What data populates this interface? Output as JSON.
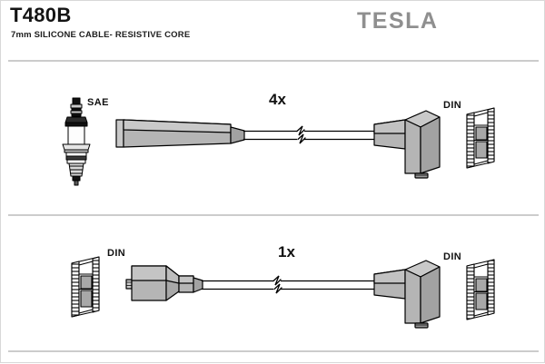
{
  "sheet": {
    "background_color": "#ffffff",
    "border_color": "#d8d8d8"
  },
  "header": {
    "part_code": "T480B",
    "part_description": "7mm SILICONE CABLE- RESISTIVE CORE",
    "brand": "TESLA",
    "brand_color": "#8f8f8f",
    "text_color": "#141414"
  },
  "diagram": {
    "line_color": "#000000",
    "body_fill": "#b5b5b5",
    "body_fill_light": "#c9c9c9",
    "body_fill_dark": "#a2a2a2",
    "divider_color": "#8c8c8c",
    "assemblies": [
      {
        "id": "assembly-top",
        "quantity_label": "4x",
        "left_terminal_label": "SAE",
        "left_terminal_type": "spark-plug",
        "right_terminal_label": "DIN",
        "right_terminal_type": "din-socket",
        "left_boot": "straight-boot",
        "right_boot": "right-angle-boot",
        "cable_break": true
      },
      {
        "id": "assembly-bottom",
        "quantity_label": "1x",
        "left_terminal_label": "DIN",
        "left_terminal_type": "din-socket",
        "right_terminal_label": "DIN",
        "right_terminal_type": "din-socket",
        "left_boot": "coil-tower-boot",
        "right_boot": "right-angle-boot",
        "cable_break": true
      }
    ]
  }
}
